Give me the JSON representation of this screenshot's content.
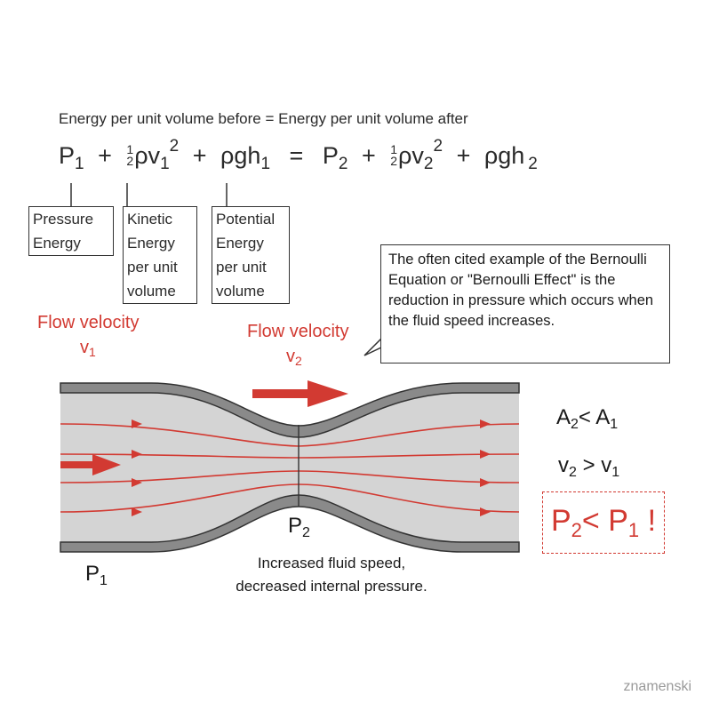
{
  "heading": "Energy per unit volume before = Energy per unit volume after",
  "equation": {
    "p1": "P",
    "p1_sub": "1",
    "plus": "+",
    "half_num": "1",
    "half_den": "2",
    "rho_v": "ρv",
    "v1_sub": "1",
    "sq": "2",
    "rho_g_h": "ρgh",
    "h1_sub": "1",
    "equals": "=",
    "p2": "P",
    "p2_sub": "2",
    "v2_sub": "2",
    "h2_sub": "2"
  },
  "boxes": {
    "pressure": [
      "Pressure",
      "Energy"
    ],
    "kinetic": [
      "Kinetic",
      "Energy",
      "per unit",
      "volume"
    ],
    "potential": [
      "Potential",
      "Energy",
      "per unit",
      "volume"
    ]
  },
  "callout": "The often cited example of the Bernoulli Equation or \"Bernoulli Effect\" is the reduction in pressure which occurs when the fluid speed increases.",
  "flow_label_1": "Flow velocity",
  "v1_label": "v",
  "v1_label_sub": "1",
  "flow_label_2": "Flow velocity",
  "v2_label": "v",
  "v2_label_sub": "2",
  "relations": {
    "area": {
      "a": "A",
      "a_sub": "2",
      "op": "< ",
      "b": "A",
      "b_sub": "1"
    },
    "velocity": {
      "a": "v",
      "a_sub": "2",
      "op": " > ",
      "b": "v",
      "b_sub": "1"
    },
    "pressure": {
      "a": "P",
      "a_sub": "2",
      "op": "< ",
      "b": "P",
      "b_sub": "1",
      "bang": " !"
    }
  },
  "p2_point": {
    "p": "P",
    "sub": "2"
  },
  "p1_point": {
    "p": "P",
    "sub": "1"
  },
  "caption": [
    "Increased fluid speed,",
    "decreased internal pressure."
  ],
  "watermark": "znamenski",
  "colors": {
    "accent_red": "#d23a32",
    "fluid_gray": "#d4d4d4",
    "wall_gray": "#8a8a8a"
  }
}
